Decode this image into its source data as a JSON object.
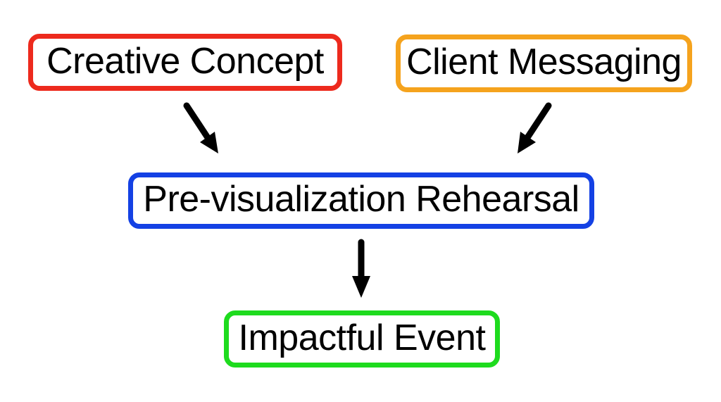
{
  "diagram": {
    "background": "#ffffff",
    "text_color": "#000000",
    "arrow_color": "#000000",
    "nodes": [
      {
        "id": "creative-concept",
        "label": "Creative Concept",
        "border_color": "#ed2a1d"
      },
      {
        "id": "client-messaging",
        "label": "Client Messaging",
        "border_color": "#f5a31d"
      },
      {
        "id": "previsualization-rehearsal",
        "label": "Pre-visualization Rehearsal",
        "border_color": "#1441e4"
      },
      {
        "id": "impactful-event",
        "label": "Impactful Event",
        "border_color": "#1edb1e"
      }
    ],
    "edges": [
      {
        "from": "creative-concept",
        "to": "previsualization-rehearsal"
      },
      {
        "from": "client-messaging",
        "to": "previsualization-rehearsal"
      },
      {
        "from": "previsualization-rehearsal",
        "to": "impactful-event"
      }
    ]
  }
}
